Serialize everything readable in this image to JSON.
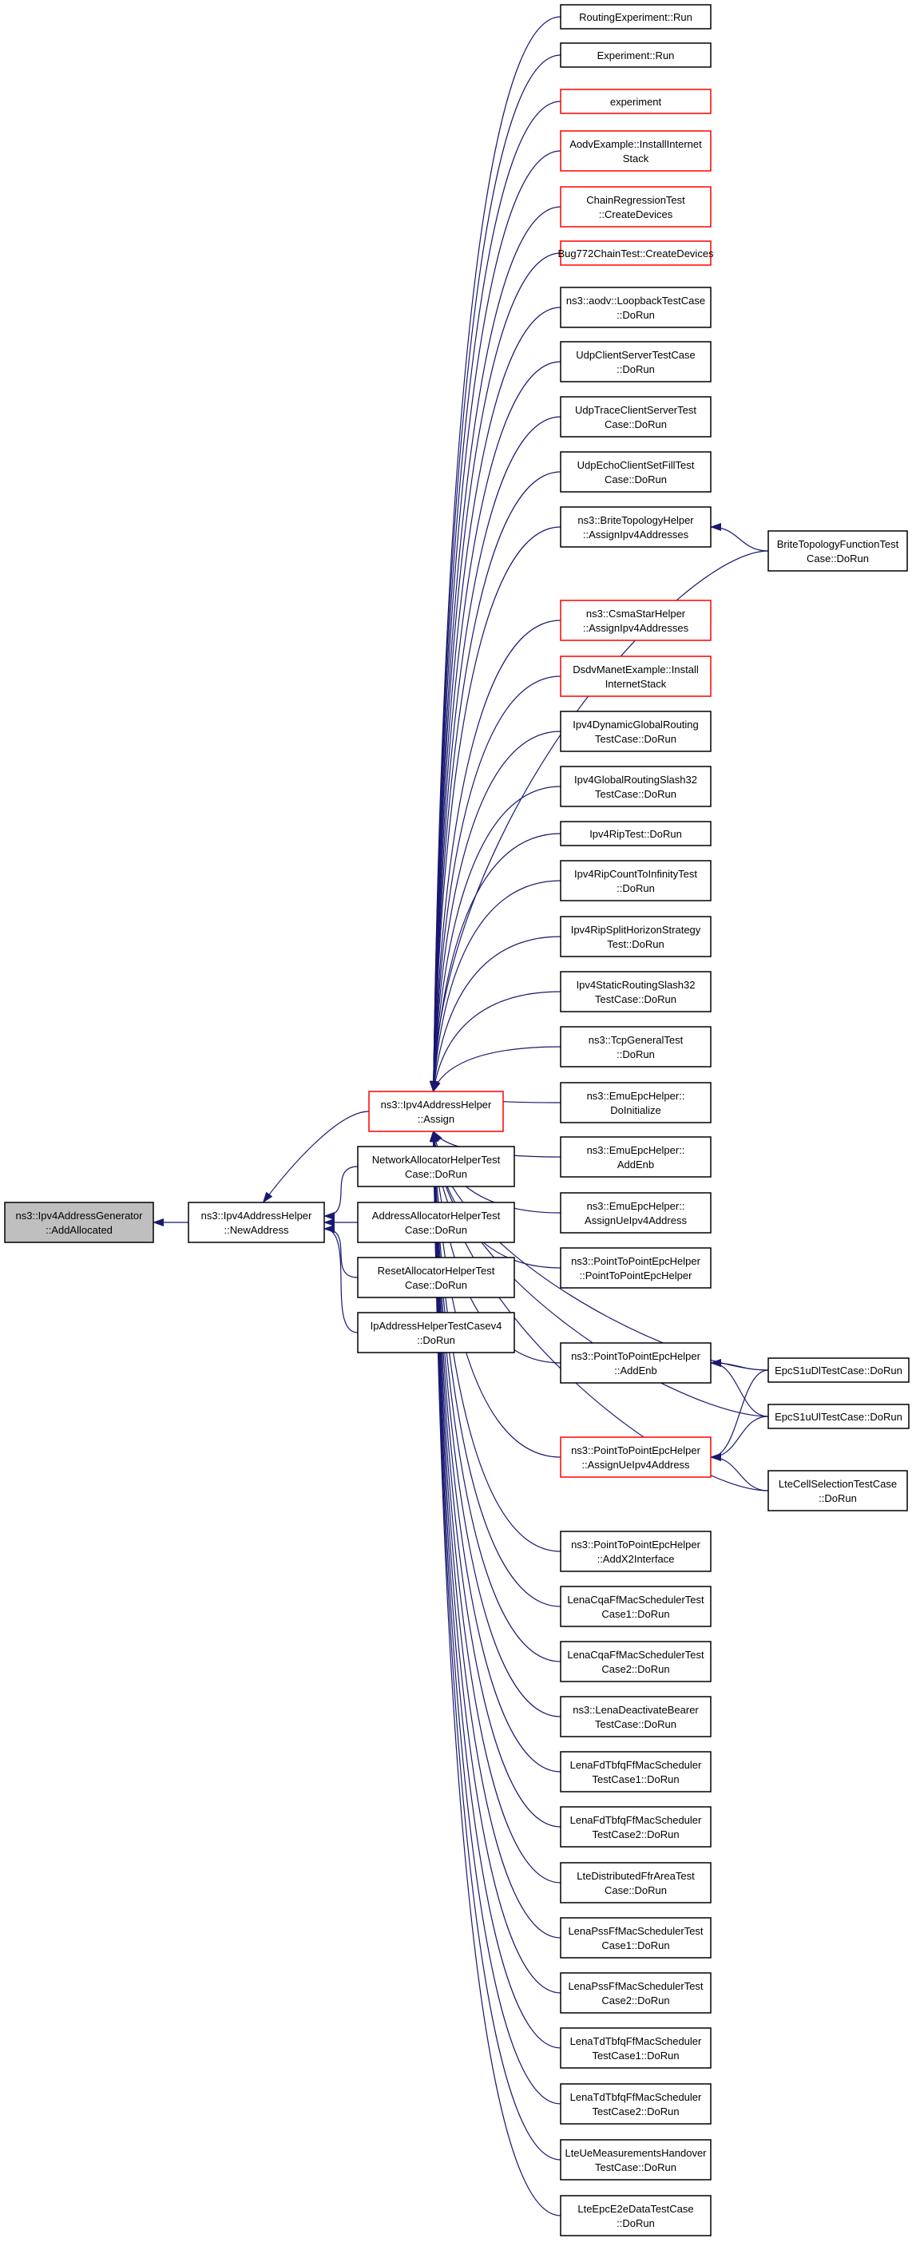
{
  "nodes": [
    {
      "id": "n0",
      "lines": [
        "ns3::Ipv4AddressGenerator",
        "::AddAllocated"
      ],
      "style": "root"
    },
    {
      "id": "n1",
      "lines": [
        "ns3::Ipv4AddressHelper",
        "::NewAddress"
      ],
      "style": "normal"
    },
    {
      "id": "n2",
      "lines": [
        "ns3::Ipv4AddressHelper",
        "::Assign"
      ],
      "style": "red"
    },
    {
      "id": "n3",
      "lines": [
        "NetworkAllocatorHelperTest",
        "Case::DoRun"
      ],
      "style": "normal"
    },
    {
      "id": "n4",
      "lines": [
        "AddressAllocatorHelperTest",
        "Case::DoRun"
      ],
      "style": "normal"
    },
    {
      "id": "n5",
      "lines": [
        "ResetAllocatorHelperTest",
        "Case::DoRun"
      ],
      "style": "normal"
    },
    {
      "id": "n6",
      "lines": [
        "IpAddressHelperTestCasev4",
        "::DoRun"
      ],
      "style": "normal"
    },
    {
      "id": "c0",
      "lines": [
        "RoutingExperiment::Run"
      ],
      "style": "normal"
    },
    {
      "id": "c1",
      "lines": [
        "Experiment::Run"
      ],
      "style": "normal"
    },
    {
      "id": "c2",
      "lines": [
        "experiment"
      ],
      "style": "red"
    },
    {
      "id": "c3",
      "lines": [
        "AodvExample::InstallInternet",
        "Stack"
      ],
      "style": "red"
    },
    {
      "id": "c4",
      "lines": [
        "ChainRegressionTest",
        "::CreateDevices"
      ],
      "style": "red"
    },
    {
      "id": "c5",
      "lines": [
        "Bug772ChainTest::CreateDevices"
      ],
      "style": "red"
    },
    {
      "id": "c6",
      "lines": [
        "ns3::aodv::LoopbackTestCase",
        "::DoRun"
      ],
      "style": "normal"
    },
    {
      "id": "c7",
      "lines": [
        "UdpClientServerTestCase",
        "::DoRun"
      ],
      "style": "normal"
    },
    {
      "id": "c8",
      "lines": [
        "UdpTraceClientServerTest",
        "Case::DoRun"
      ],
      "style": "normal"
    },
    {
      "id": "c9",
      "lines": [
        "UdpEchoClientSetFillTest",
        "Case::DoRun"
      ],
      "style": "normal"
    },
    {
      "id": "c10",
      "lines": [
        "ns3::BriteTopologyHelper",
        "::AssignIpv4Addresses"
      ],
      "style": "normal"
    },
    {
      "id": "c11",
      "lines": [
        "ns3::CsmaStarHelper",
        "::AssignIpv4Addresses"
      ],
      "style": "red"
    },
    {
      "id": "c12",
      "lines": [
        "DsdvManetExample::Install",
        "InternetStack"
      ],
      "style": "red"
    },
    {
      "id": "c13",
      "lines": [
        "Ipv4DynamicGlobalRouting",
        "TestCase::DoRun"
      ],
      "style": "normal"
    },
    {
      "id": "c14",
      "lines": [
        "Ipv4GlobalRoutingSlash32",
        "TestCase::DoRun"
      ],
      "style": "normal"
    },
    {
      "id": "c15",
      "lines": [
        "Ipv4RipTest::DoRun"
      ],
      "style": "normal"
    },
    {
      "id": "c16",
      "lines": [
        "Ipv4RipCountToInfinityTest",
        "::DoRun"
      ],
      "style": "normal"
    },
    {
      "id": "c17",
      "lines": [
        "Ipv4RipSplitHorizonStrategy",
        "Test::DoRun"
      ],
      "style": "normal"
    },
    {
      "id": "c18",
      "lines": [
        "Ipv4StaticRoutingSlash32",
        "TestCase::DoRun"
      ],
      "style": "normal"
    },
    {
      "id": "c19",
      "lines": [
        "ns3::TcpGeneralTest",
        "::DoRun"
      ],
      "style": "normal"
    },
    {
      "id": "c20",
      "lines": [
        "ns3::EmuEpcHelper::",
        "DoInitialize"
      ],
      "style": "normal"
    },
    {
      "id": "c21",
      "lines": [
        "ns3::EmuEpcHelper::",
        "AddEnb"
      ],
      "style": "normal"
    },
    {
      "id": "c22",
      "lines": [
        "ns3::EmuEpcHelper::",
        "AssignUeIpv4Address"
      ],
      "style": "normal"
    },
    {
      "id": "c23",
      "lines": [
        "ns3::PointToPointEpcHelper",
        "::PointToPointEpcHelper"
      ],
      "style": "normal"
    },
    {
      "id": "c24",
      "lines": [
        "ns3::PointToPointEpcHelper",
        "::AddEnb"
      ],
      "style": "normal"
    },
    {
      "id": "c25",
      "lines": [
        "ns3::PointToPointEpcHelper",
        "::AssignUeIpv4Address"
      ],
      "style": "red"
    },
    {
      "id": "c26",
      "lines": [
        "ns3::PointToPointEpcHelper",
        "::AddX2Interface"
      ],
      "style": "normal"
    },
    {
      "id": "c27",
      "lines": [
        "LenaCqaFfMacSchedulerTest",
        "Case1::DoRun"
      ],
      "style": "normal"
    },
    {
      "id": "c28",
      "lines": [
        "LenaCqaFfMacSchedulerTest",
        "Case2::DoRun"
      ],
      "style": "normal"
    },
    {
      "id": "c29",
      "lines": [
        "ns3::LenaDeactivateBearer",
        "TestCase::DoRun"
      ],
      "style": "normal"
    },
    {
      "id": "c30",
      "lines": [
        "LenaFdTbfqFfMacScheduler",
        "TestCase1::DoRun"
      ],
      "style": "normal"
    },
    {
      "id": "c31",
      "lines": [
        "LenaFdTbfqFfMacScheduler",
        "TestCase2::DoRun"
      ],
      "style": "normal"
    },
    {
      "id": "c32",
      "lines": [
        "LteDistributedFfrAreaTest",
        "Case::DoRun"
      ],
      "style": "normal"
    },
    {
      "id": "c33",
      "lines": [
        "LenaPssFfMacSchedulerTest",
        "Case1::DoRun"
      ],
      "style": "normal"
    },
    {
      "id": "c34",
      "lines": [
        "LenaPssFfMacSchedulerTest",
        "Case2::DoRun"
      ],
      "style": "normal"
    },
    {
      "id": "c35",
      "lines": [
        "LenaTdTbfqFfMacScheduler",
        "TestCase1::DoRun"
      ],
      "style": "normal"
    },
    {
      "id": "c36",
      "lines": [
        "LenaTdTbfqFfMacScheduler",
        "TestCase2::DoRun"
      ],
      "style": "normal"
    },
    {
      "id": "c37",
      "lines": [
        "LteUeMeasurementsHandover",
        "TestCase::DoRun"
      ],
      "style": "normal"
    },
    {
      "id": "c38",
      "lines": [
        "LteEpcE2eDataTestCase",
        "::DoRun"
      ],
      "style": "normal"
    },
    {
      "id": "r0",
      "lines": [
        "BriteTopologyFunctionTest",
        "Case::DoRun"
      ],
      "style": "normal"
    },
    {
      "id": "r1",
      "lines": [
        "EpcS1uDlTestCase::DoRun"
      ],
      "style": "normal"
    },
    {
      "id": "r2",
      "lines": [
        "EpcS1uUlTestCase::DoRun"
      ],
      "style": "normal"
    },
    {
      "id": "r3",
      "lines": [
        "LteCellSelectionTestCase",
        "::DoRun"
      ],
      "style": "normal"
    }
  ],
  "edges": [
    [
      "n1",
      "n0"
    ],
    [
      "n2",
      "n1"
    ],
    [
      "n3",
      "n1"
    ],
    [
      "n4",
      "n1"
    ],
    [
      "n5",
      "n1"
    ],
    [
      "n6",
      "n1"
    ],
    [
      "c0",
      "n2"
    ],
    [
      "c1",
      "n2"
    ],
    [
      "c2",
      "n2"
    ],
    [
      "c3",
      "n2"
    ],
    [
      "c4",
      "n2"
    ],
    [
      "c5",
      "n2"
    ],
    [
      "c6",
      "n2"
    ],
    [
      "c7",
      "n2"
    ],
    [
      "c8",
      "n2"
    ],
    [
      "c9",
      "n2"
    ],
    [
      "c10",
      "n2"
    ],
    [
      "c11",
      "n2"
    ],
    [
      "c12",
      "n2"
    ],
    [
      "c13",
      "n2"
    ],
    [
      "c14",
      "n2"
    ],
    [
      "c15",
      "n2"
    ],
    [
      "c16",
      "n2"
    ],
    [
      "c17",
      "n2"
    ],
    [
      "c18",
      "n2"
    ],
    [
      "c19",
      "n2"
    ],
    [
      "c20",
      "n2"
    ],
    [
      "c21",
      "n2"
    ],
    [
      "c22",
      "n2"
    ],
    [
      "c23",
      "n2"
    ],
    [
      "c24",
      "n2"
    ],
    [
      "c25",
      "n2"
    ],
    [
      "c26",
      "n2"
    ],
    [
      "c27",
      "n2"
    ],
    [
      "c28",
      "n2"
    ],
    [
      "c29",
      "n2"
    ],
    [
      "c30",
      "n2"
    ],
    [
      "c31",
      "n2"
    ],
    [
      "c32",
      "n2"
    ],
    [
      "c33",
      "n2"
    ],
    [
      "c34",
      "n2"
    ],
    [
      "c35",
      "n2"
    ],
    [
      "c36",
      "n2"
    ],
    [
      "c37",
      "n2"
    ],
    [
      "c38",
      "n2"
    ],
    [
      "r0",
      "n2"
    ],
    [
      "r1",
      "n2"
    ],
    [
      "r2",
      "n2"
    ],
    [
      "r3",
      "n2"
    ],
    [
      "r0",
      "c10"
    ],
    [
      "r1",
      "c24"
    ],
    [
      "r2",
      "c24"
    ],
    [
      "r1",
      "c25"
    ],
    [
      "r2",
      "c25"
    ],
    [
      "r3",
      "c25"
    ]
  ],
  "colors": {
    "edge": "#191970",
    "node_border": "#000000",
    "red_border": "#ff0000",
    "root_fill": "#bfbfbf",
    "node_fill": "#ffffff",
    "text": "#000000"
  }
}
